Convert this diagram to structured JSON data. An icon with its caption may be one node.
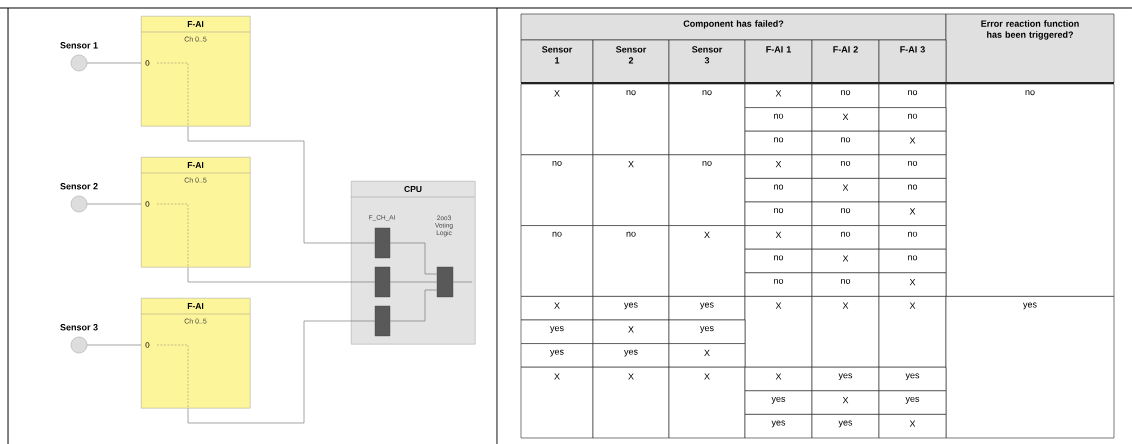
{
  "diagram": {
    "nodes": [
      {
        "text": [
          "Sensor 1"
        ]
      },
      {
        "text": [
          "F-AI",
          "Ch 0..5",
          "0"
        ]
      },
      {
        "text": [
          "Sensor 2"
        ]
      },
      {
        "text": [
          "F-AI",
          "Ch 0..5",
          "0"
        ]
      },
      {
        "text": [
          "Sensor 3"
        ]
      },
      {
        "text": [
          "F-AI",
          "Ch 0..5",
          "0"
        ]
      },
      {
        "text": [
          "CPU",
          "F_CH_AI",
          "2oo3 Voting Logic"
        ]
      },
      {
        "text": [],
        "shape": "bar",
        "in": 6
      },
      {
        "text": [],
        "shape": "bar",
        "in": 6
      },
      {
        "text": [],
        "shape": "bar",
        "in": 6
      },
      {
        "text": [],
        "shape": "bar",
        "in": 6
      }
    ],
    "edges": [
      {
        "from": 0,
        "to": 1,
        "arrow": "none"
      },
      {
        "from": 2,
        "to": 3,
        "arrow": "none"
      },
      {
        "from": 4,
        "to": 5,
        "arrow": "none"
      },
      {
        "from": 1,
        "to": 7,
        "arrow": "none"
      },
      {
        "from": 3,
        "to": 8,
        "arrow": "none"
      },
      {
        "from": 5,
        "to": 9,
        "arrow": "none"
      },
      {
        "from": 7,
        "to": 10,
        "arrow": "none"
      },
      {
        "from": 8,
        "to": 10,
        "arrow": "none"
      },
      {
        "from": 9,
        "to": 10,
        "arrow": "none"
      },
      {
        "from": 10,
        "to": null,
        "arrow": "none"
      }
    ],
    "labels": [
      "Component has failed?",
      "Error reaction function has been triggered?",
      "Sensor 1",
      "Sensor 2",
      "Sensor 3",
      "F-AI 1",
      "F-AI 2",
      "F-AI 3",
      "X",
      "no",
      "no",
      "X",
      "no",
      "no",
      "no",
      "no",
      "X",
      "no",
      "no",
      "no",
      "X",
      "no",
      "X",
      "no",
      "X",
      "no",
      "no",
      "no",
      "X",
      "no",
      "no",
      "no",
      "X",
      "no",
      "no",
      "X",
      "X",
      "no",
      "no",
      "no",
      "X",
      "no",
      "no",
      "no",
      "X",
      "X",
      "yes",
      "yes",
      "X",
      "X",
      "X",
      "yes",
      "yes",
      "X",
      "yes",
      "yes",
      "yes",
      "X",
      "X",
      "X",
      "X",
      "X",
      "yes",
      "yes",
      "yes",
      "X",
      "yes",
      "yes",
      "yes",
      "X"
    ]
  }
}
